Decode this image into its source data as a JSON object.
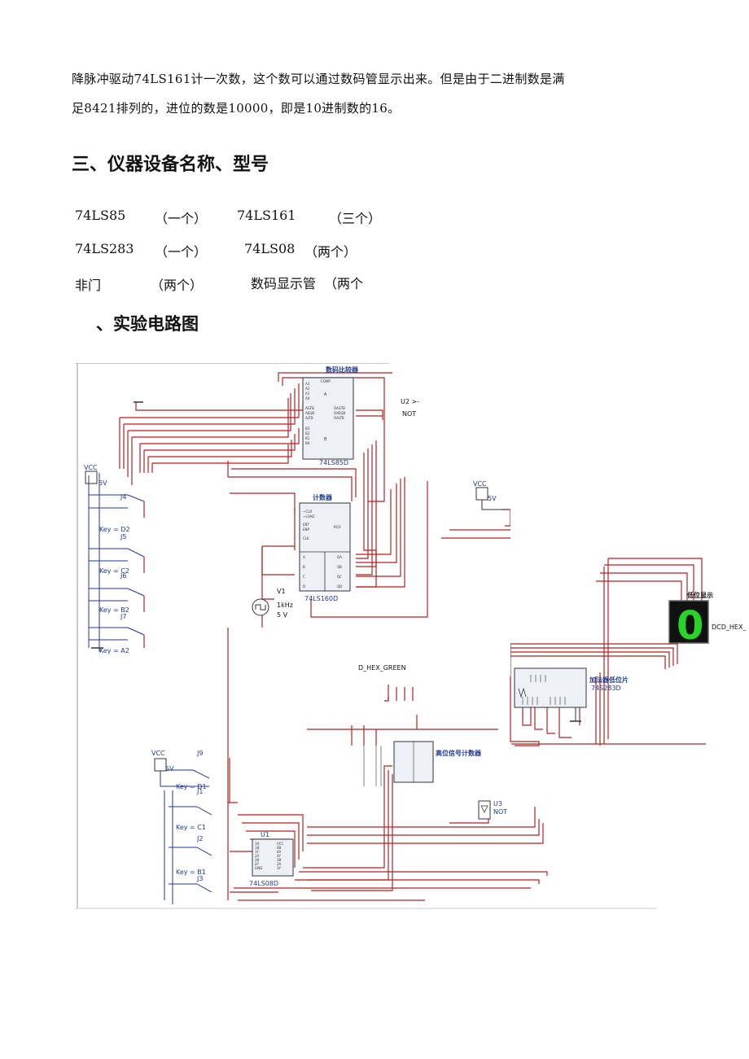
{
  "text": {
    "line1": "降脉冲驱动74LS161计一次数，这个数可以通过数码管显示出来。但是由于二进制数是满",
    "line2": "足8421排列的，进位的数是10000，即是10进制数的16。"
  },
  "section3": {
    "title": "三、仪器设备名称、型号"
  },
  "equipment": [
    {
      "name": "74LS85",
      "qty": "（一个）"
    },
    {
      "name": "74LS161",
      "qty": "（三个）"
    },
    {
      "name": "74LS283",
      "qty": "（一个）"
    },
    {
      "name": "74LS08",
      "qty": "（两个）"
    },
    {
      "name": "非门",
      "qty": "（两个）"
    },
    {
      "name": "数码显示管",
      "qty": "（两个"
    }
  ],
  "section4": {
    "title": "、实验电路图"
  },
  "circuit": {
    "comparator_title": "数码比较器",
    "comparator_part": "74LS85D",
    "comparator_pins_left": [
      "A3",
      "A2",
      "A1",
      "A0",
      "AGTB",
      "AEQB",
      "ALTB",
      "B3",
      "B2",
      "B1",
      "B0"
    ],
    "comparator_pins_right": [
      "OAGTB",
      "OAEQB",
      "OALTB"
    ],
    "comparator_group_a": "A",
    "comparator_group_b": "B",
    "comparator_comp": "COMP",
    "u2_label": "U2 >-",
    "u2_type": "NOT",
    "counter_title": "计数器",
    "counter_part": "74LS160D",
    "counter_pins_left": [
      "~CLR",
      "~LOAD",
      "ENT",
      "ENP",
      "CLK",
      "A",
      "B",
      "C",
      "D"
    ],
    "counter_pins_right": [
      "RCO",
      "QA",
      "QB",
      "QC",
      "QD"
    ],
    "vcc_label": "VCC",
    "v5_label": "5V",
    "switches": [
      {
        "name": "J4",
        "key": "Key = D2"
      },
      {
        "name": "J5",
        "key": "Key = C2"
      },
      {
        "name": "J6",
        "key": "Key = B2"
      },
      {
        "name": "J7",
        "key": "Key = A2"
      },
      {
        "name": "J9",
        "key": "Key = D1"
      },
      {
        "name": "J1",
        "key": "Key = C1"
      },
      {
        "name": "J2",
        "key": "Key = B1"
      },
      {
        "name": "J3",
        "key": ""
      }
    ],
    "v1_label": "V1",
    "v1_freq": "1kHz",
    "v1_volt": "5 V",
    "display_title": "低位显示",
    "display_digit": "0",
    "display_part": "DCD_HEX_",
    "hex_green_label": "D_HEX_GREEN",
    "adder_title": "加法器低位片",
    "adder_part": "74S283D",
    "high_counter_title": "高位信号计数器",
    "u3_label": "U3",
    "u3_type": "NOT",
    "and_label": "U1",
    "and_part": "74LS08D",
    "and_pins": [
      "1A",
      "1B",
      "1Y",
      "2A",
      "2B",
      "2Y",
      "GND",
      "VCC",
      "4B",
      "4A",
      "4Y",
      "3B",
      "3A",
      "3Y"
    ]
  },
  "colors": {
    "wire": "#b22222",
    "chip": "#1f3a93",
    "panel": "#e6e6ee",
    "display": "#28d428"
  }
}
